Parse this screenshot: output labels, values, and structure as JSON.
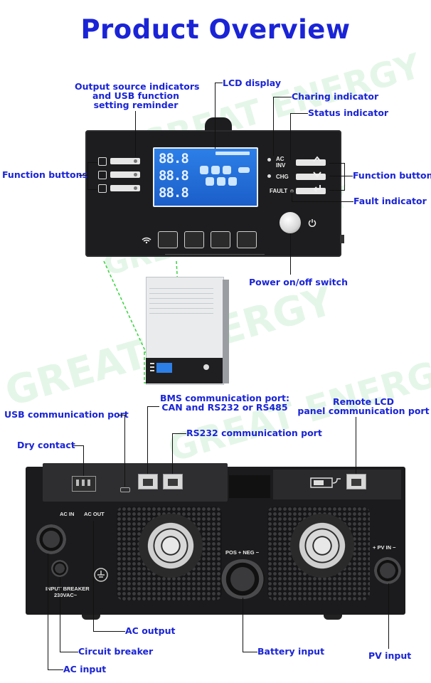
{
  "title": "Product Overview",
  "watermark": "GREAT ENERGY",
  "front_labels": {
    "output_source_1": "Output source indicators",
    "output_source_2": "and USB function",
    "output_source_3": "setting reminder",
    "lcd_display": "LCD display",
    "charing_indicator": "Charing indicator",
    "status_indicator": "Status indicator",
    "function_buttons_left": "Function buttons",
    "function_buttons_right": "Function buttons",
    "fault_indicator": "Fault indicator",
    "power_switch": "Power on/off switch"
  },
  "panel_text": {
    "ac": "AC",
    "inv": "INV",
    "chg": "CHG",
    "fault": "FAULT",
    "lcd_digits_1": "88.8",
    "lcd_digits_2": "88.8",
    "lcd_digits_3": "88.8"
  },
  "rear_labels": {
    "bms_port_1": "BMS communication port:",
    "bms_port_2": "CAN and RS232 or RS485",
    "usb_port": "USB communication port",
    "remote_lcd_1": "Remote LCD",
    "remote_lcd_2": "panel communication port",
    "dry_contact": "Dry contact",
    "rs232_port": "RS232 communication port",
    "ac_output": "AC output",
    "circuit_breaker": "Circuit breaker",
    "ac_input": "AC input",
    "battery_input": "Battery input",
    "pv_input": "PV input"
  },
  "rear_text": {
    "ac_in": "AC IN",
    "ac_out": "AC OUT",
    "input_breaker": "INPUT  BREAKER",
    "voltage": "230VAC~",
    "pos_neg": "POS +   NEG −",
    "pv_in": "+ PV IN −"
  },
  "colors": {
    "label": "#1a24d6",
    "lcd": "#2d7fe8",
    "panel": "#1d1d1f",
    "dash": "#36d43c"
  },
  "icons": [
    "usb-icon",
    "power-icon",
    "arrow-up-icon",
    "arrow-down-icon",
    "enter-icon",
    "ground-icon",
    "wifi-icon"
  ]
}
